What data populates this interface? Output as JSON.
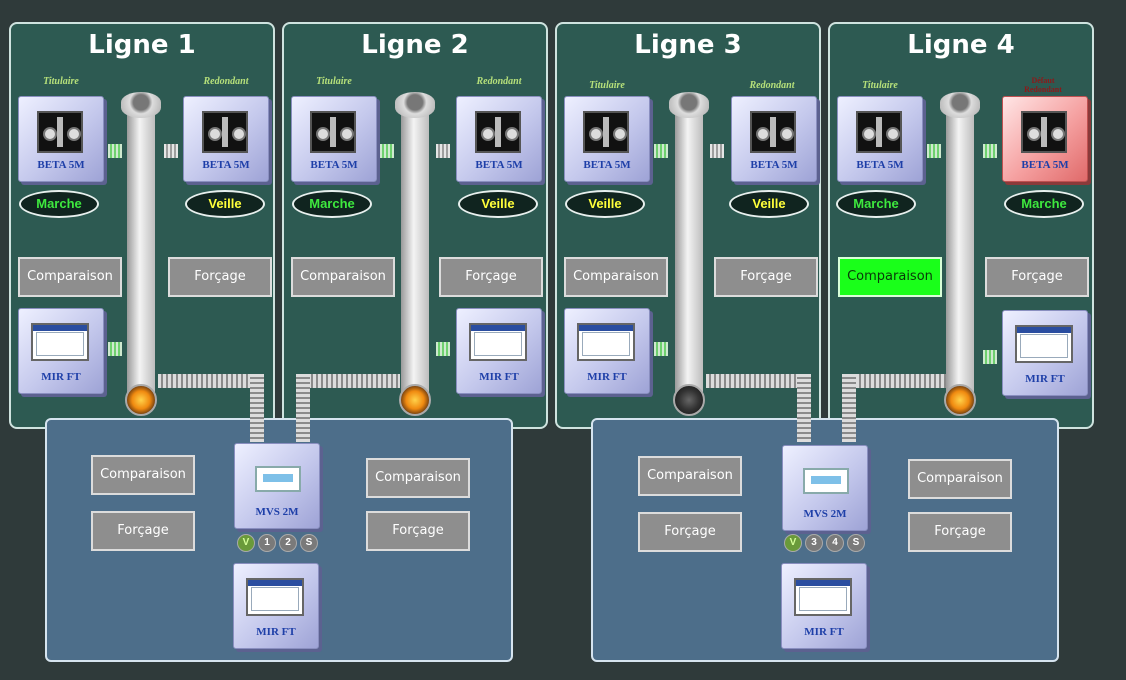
{
  "lines": [
    {
      "title": "Ligne 1",
      "titulaire_label": "Titulaire",
      "redondant_label": "Redondant",
      "titulaire_device": "BETA 5M",
      "redondant_device": "BETA 5M",
      "titulaire_state": "Marche",
      "redondant_state": "Veille",
      "comparaison": "Comparaison",
      "forcage": "Forçage",
      "mir": "MIR FT"
    },
    {
      "title": "Ligne 2",
      "titulaire_label": "Titulaire",
      "redondant_label": "Redondant",
      "titulaire_device": "BETA 5M",
      "redondant_device": "BETA 5M",
      "titulaire_state": "Marche",
      "redondant_state": "Veille",
      "comparaison": "Comparaison",
      "forcage": "Forçage",
      "mir": "MIR FT"
    },
    {
      "title": "Ligne 3",
      "titulaire_label": "Titulaire",
      "redondant_label": "Redondant",
      "titulaire_device": "BETA 5M",
      "redondant_device": "BETA 5M",
      "titulaire_state": "Veille",
      "redondant_state": "Veille",
      "comparaison": "Comparaison",
      "forcage": "Forçage",
      "mir": "MIR FT"
    },
    {
      "title": "Ligne 4",
      "titulaire_label": "Titulaire",
      "redondant_label": "Défaut\nRedondant",
      "titulaire_device": "BETA 5M",
      "redondant_device": "BETA 5M",
      "titulaire_state": "Marche",
      "redondant_state": "Marche",
      "comparaison": "Comparaison",
      "forcage": "Forçage",
      "mir": "MIR FT"
    }
  ],
  "groups": [
    {
      "left_comparaison": "Comparaison",
      "left_forcage": "Forçage",
      "right_comparaison": "Comparaison",
      "right_forcage": "Forçage",
      "mvs": "MVS 2M",
      "mir": "MIR FT",
      "leds": [
        "V",
        "1",
        "2",
        "S"
      ]
    },
    {
      "left_comparaison": "Comparaison",
      "left_forcage": "Forçage",
      "right_comparaison": "Comparaison",
      "right_forcage": "Forçage",
      "mvs": "MVS 2M",
      "mir": "MIR FT",
      "leds": [
        "V",
        "3",
        "4",
        "S"
      ]
    }
  ],
  "colors": {
    "panel": "#2d5a52",
    "bus": "#4d6e8a",
    "marche": "#3ee83e",
    "veille": "#ffff3a",
    "active": "#1aff1a",
    "fault": "#e06a6a"
  }
}
